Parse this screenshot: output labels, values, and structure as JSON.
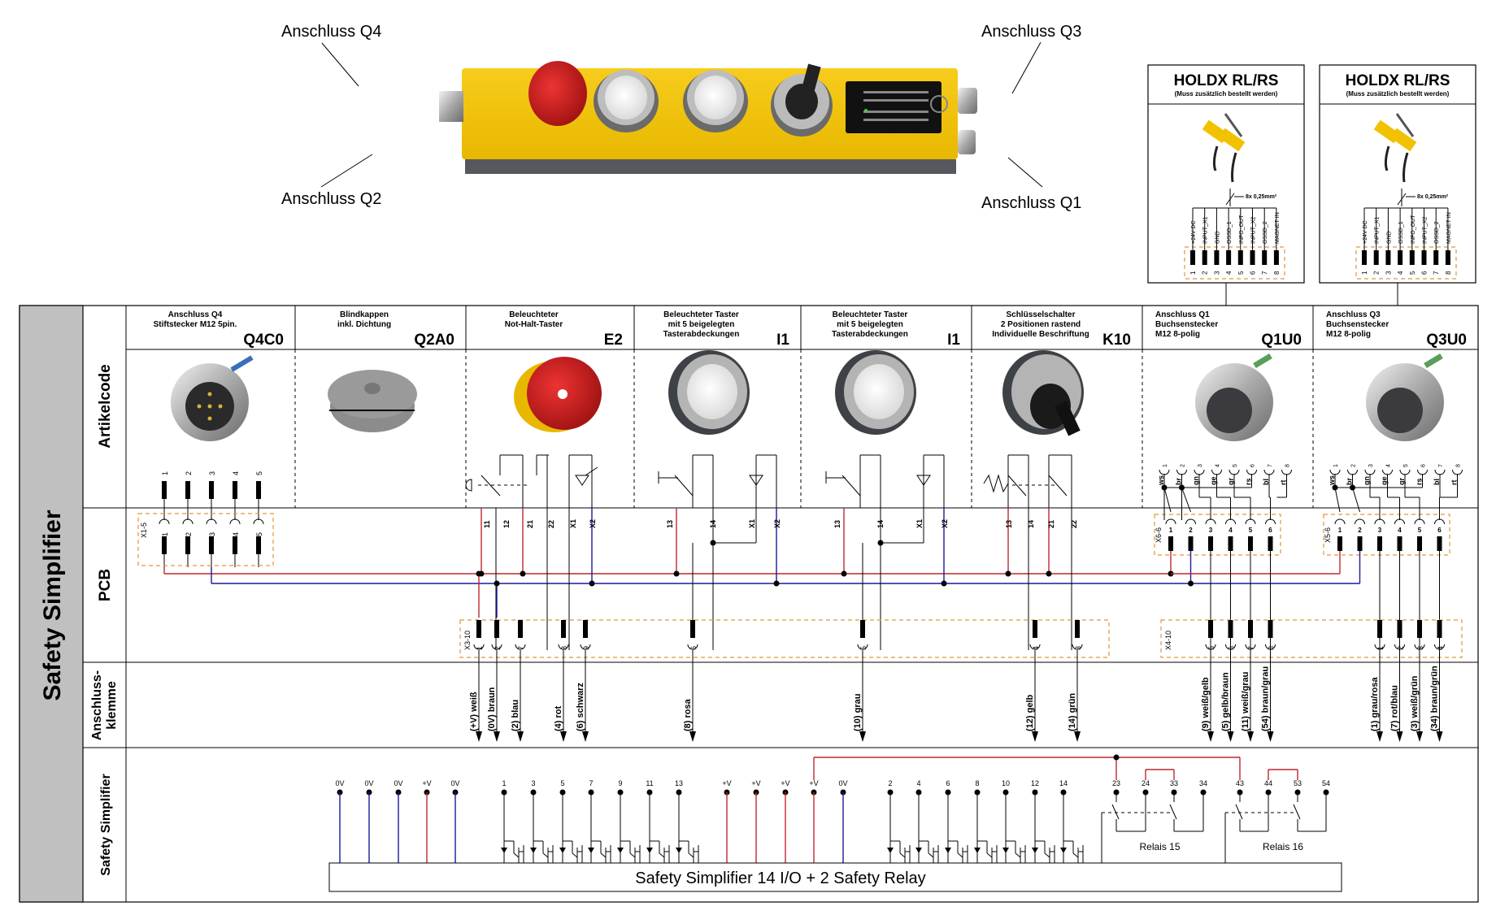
{
  "title": "Safety Simplifier",
  "device_callouts": [
    "Anschluss Q4",
    "Anschluss Q2",
    "Anschluss Q3",
    "Anschluss Q1"
  ],
  "holdx": [
    {
      "title": "HOLDX RL/RS",
      "subtitle": "(Muss zusätzlich bestellt werden)",
      "cable": "8x 0,25mm²",
      "pins": [
        "+24V DC",
        "INPUT_X1",
        "GND",
        "OSSD_1",
        "INFO_OUT",
        "INPUT_X2",
        "OSSD_2",
        "MAGNET IN"
      ],
      "numbers": [
        "1",
        "2",
        "3",
        "4",
        "5",
        "6",
        "7",
        "8"
      ]
    },
    {
      "title": "HOLDX RL/RS",
      "subtitle": "(Muss zusätzlich bestellt werden)",
      "cable": "8x 0,25mm²",
      "pins": [
        "+24V DC",
        "INPUT_X1",
        "GND",
        "OSSD_1",
        "INFO_OUT",
        "INPUT_X2",
        "OSSD_2",
        "MAGNET IN"
      ],
      "numbers": [
        "1",
        "2",
        "3",
        "4",
        "5",
        "6",
        "7",
        "8"
      ]
    }
  ],
  "row_labels": [
    "Artikelcode",
    "PCB",
    "Anschluss-",
    "klemme",
    "Safety Simplifier"
  ],
  "columns": [
    {
      "desc": [
        "Anschluss Q4",
        "Stiftstecker M12 5pin."
      ],
      "code": "Q4C0"
    },
    {
      "desc": [
        "Blindkappen",
        "inkl. Dichtung"
      ],
      "code": "Q2A0"
    },
    {
      "desc": [
        "Beleuchteter",
        "Not-Halt-Taster"
      ],
      "code": "E2"
    },
    {
      "desc": [
        "Beleuchteter Taster",
        "mit 5 beigelegten",
        "Tasterabdeckungen"
      ],
      "code": "I1"
    },
    {
      "desc": [
        "Beleuchteter Taster",
        "mit 5 beigelegten",
        "Tasterabdeckungen"
      ],
      "code": "I1"
    },
    {
      "desc": [
        "Schlüsselschalter",
        "2 Positionen rastend",
        "Individuelle Beschriftung"
      ],
      "code": "K10"
    },
    {
      "desc": [
        "Anschluss Q1",
        "Buchsenstecker",
        "M12 8-polig"
      ],
      "code": "Q1U0"
    },
    {
      "desc": [
        "Anschluss Q3",
        "Buchsenstecker",
        "M12 8-polig"
      ],
      "code": "Q3U0"
    }
  ],
  "q4_pins": [
    "1",
    "2",
    "3",
    "4",
    "5"
  ],
  "wire_colors_8": [
    "ws",
    "br",
    "gn",
    "ge",
    "gr",
    "rs",
    "bl",
    "rt"
  ],
  "pins_8": [
    "1",
    "2",
    "3",
    "4",
    "5",
    "6",
    "7",
    "8"
  ],
  "contacts": {
    "e2": [
      "11",
      "12",
      "21",
      "22",
      "X1",
      "X2"
    ],
    "i1": [
      "13",
      "14",
      "X1",
      "X2"
    ],
    "k10": [
      "13",
      "14",
      "21",
      "22"
    ]
  },
  "connectors": {
    "x1": "X1-5",
    "x3": "X3-10",
    "x4": "X4-10",
    "x6": "X6-6",
    "x5": "X5-6"
  },
  "x1_pins": [
    "1",
    "2",
    "3",
    "4",
    "5"
  ],
  "x6_pins": [
    "1",
    "2",
    "3",
    "4",
    "5",
    "6"
  ],
  "x5_pins": [
    "1",
    "2",
    "3",
    "4",
    "5",
    "6"
  ],
  "x3_pins": [
    "1",
    "2",
    "7",
    "8",
    "9",
    "6",
    "5",
    "4",
    "3"
  ],
  "x4_pins": [
    "5",
    "6",
    "7",
    "8",
    "1",
    "2",
    "3",
    "4"
  ],
  "terminals": [
    "(+V) weiß",
    "(0V) braun",
    "(2) blau",
    "(4) rot",
    "(6) schwarz",
    "(8) rosa",
    "(10) grau",
    "(12) gelb",
    "(14) grün",
    "(9) weiß/gelb",
    "(5) gelb/braun",
    "(11) weiß/grau",
    "(54) braun/grau",
    "(1) grau/rosa",
    "(7) rot/blau",
    "(3) weiß/grün",
    "(34) braun/grün"
  ],
  "ss_left": [
    "0V",
    "0V",
    "0V",
    "+V",
    "0V"
  ],
  "ss_odd": [
    "1",
    "3",
    "5",
    "7",
    "9",
    "11",
    "13"
  ],
  "ss_mid": [
    "+V",
    "+V",
    "+V",
    "+V",
    "0V"
  ],
  "ss_even": [
    "2",
    "4",
    "6",
    "8",
    "10",
    "12",
    "14"
  ],
  "ss_relay": [
    "23",
    "24",
    "33",
    "34",
    "43",
    "44",
    "53",
    "54"
  ],
  "relay_labels": [
    "Relais 15",
    "Relais 16"
  ],
  "ss_box": "Safety Simplifier 14 I/O + 2 Safety Relay",
  "colors": {
    "red": "#c0272d",
    "blue": "#1a1a9a",
    "orange": "#e0963a",
    "gray_band": "#c0c0c0",
    "yellow": "#f5c400"
  }
}
